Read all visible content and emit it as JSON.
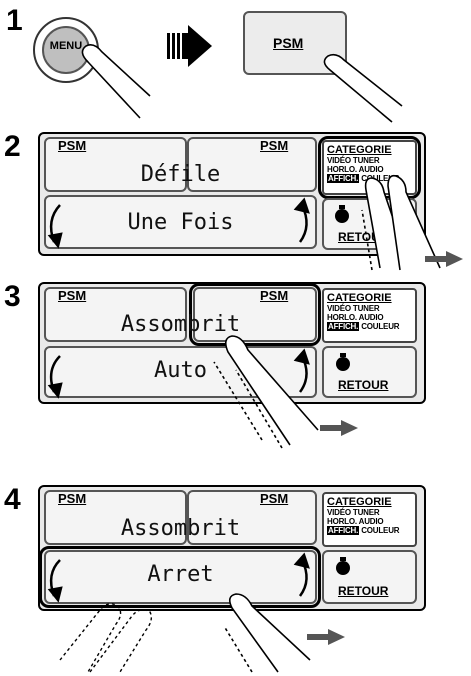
{
  "steps": [
    {
      "number": "1"
    },
    {
      "number": "2",
      "top_left": "PSM",
      "top_right": "PSM",
      "center_text": "Défile",
      "bottom_text": "Une Fois"
    },
    {
      "number": "3",
      "top_left": "PSM",
      "top_right": "PSM",
      "center_text": "Assombrit",
      "bottom_text": "Auto"
    },
    {
      "number": "4",
      "top_left": "PSM",
      "top_right": "PSM",
      "center_text": "Assombrit",
      "bottom_text": "Arret"
    }
  ],
  "menu_button": {
    "label": "MENU"
  },
  "psm_button": {
    "label": "PSM"
  },
  "category": {
    "title": "CATEGORIE",
    "line1": "VIDÉO TUNER",
    "line2": "HORLO. AUDIO",
    "line3_inv": "AFFICH.",
    "line3_rest": "COULEUR"
  },
  "retour_label": "RETOUR",
  "icons": [
    "finger-pointer-icon",
    "right-arrow-icon",
    "left-curved-arrow-icon",
    "right-curved-arrow-icon",
    "knob-icon"
  ]
}
